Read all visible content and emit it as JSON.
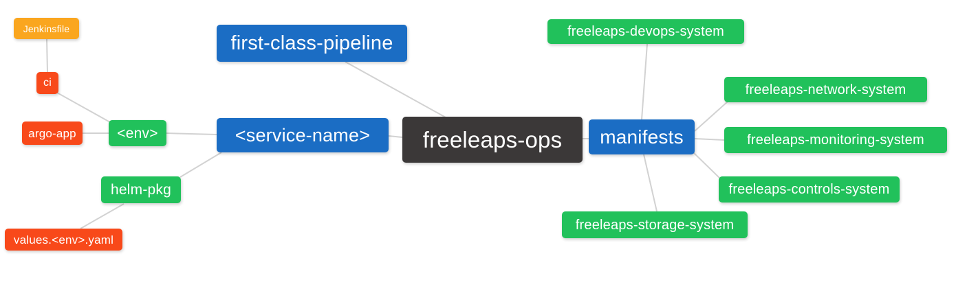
{
  "diagram": {
    "type": "mindmap",
    "root_label": "freeleaps-ops",
    "colors": {
      "blue": "#1B6DC4",
      "green": "#21C15B",
      "orange": "#FAA61F",
      "red": "#F8491A",
      "dark": "#3B3838",
      "line": "#D2D2D2",
      "text": "#FFFFFF",
      "background": "#FFFFFF"
    },
    "nodes": [
      {
        "id": "jenkinsfile",
        "label": "Jenkinsfile",
        "color": "orange"
      },
      {
        "id": "ci",
        "label": "ci",
        "color": "red"
      },
      {
        "id": "argo-app",
        "label": "argo-app",
        "color": "red"
      },
      {
        "id": "env",
        "label": "<env>",
        "color": "green"
      },
      {
        "id": "helm-pkg",
        "label": "helm-pkg",
        "color": "green"
      },
      {
        "id": "values-env-yaml",
        "label": "values.<env>.yaml",
        "color": "red"
      },
      {
        "id": "first-class-pipeline",
        "label": "first-class-pipeline",
        "color": "blue"
      },
      {
        "id": "service-name",
        "label": "<service-name>",
        "color": "blue"
      },
      {
        "id": "freeleaps-ops",
        "label": "freeleaps-ops",
        "color": "dark"
      },
      {
        "id": "manifests",
        "label": "manifests",
        "color": "blue"
      },
      {
        "id": "freeleaps-devops-system",
        "label": "freeleaps-devops-system",
        "color": "green"
      },
      {
        "id": "freeleaps-network-system",
        "label": "freeleaps-network-system",
        "color": "green"
      },
      {
        "id": "freeleaps-monitoring-system",
        "label": "freeleaps-monitoring-system",
        "color": "green"
      },
      {
        "id": "freeleaps-controls-system",
        "label": "freeleaps-controls-system",
        "color": "green"
      },
      {
        "id": "freeleaps-storage-system",
        "label": "freeleaps-storage-system",
        "color": "green"
      }
    ],
    "edges": [
      {
        "from": "jenkinsfile",
        "to": "ci"
      },
      {
        "from": "ci",
        "to": "env"
      },
      {
        "from": "argo-app",
        "to": "env"
      },
      {
        "from": "env",
        "to": "service-name"
      },
      {
        "from": "helm-pkg",
        "to": "service-name"
      },
      {
        "from": "values-env-yaml",
        "to": "helm-pkg"
      },
      {
        "from": "first-class-pipeline",
        "to": "freeleaps-ops"
      },
      {
        "from": "service-name",
        "to": "freeleaps-ops"
      },
      {
        "from": "freeleaps-ops",
        "to": "manifests"
      },
      {
        "from": "manifests",
        "to": "freeleaps-devops-system"
      },
      {
        "from": "manifests",
        "to": "freeleaps-network-system"
      },
      {
        "from": "manifests",
        "to": "freeleaps-monitoring-system"
      },
      {
        "from": "manifests",
        "to": "freeleaps-controls-system"
      },
      {
        "from": "manifests",
        "to": "freeleaps-storage-system"
      }
    ]
  }
}
